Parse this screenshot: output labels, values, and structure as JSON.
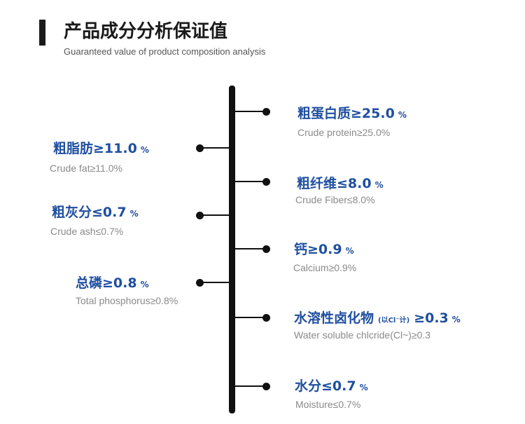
{
  "header": {
    "title": "产品成分分析保证值",
    "subtitle": "Guaranteed value of product composition analysis"
  },
  "items": [
    {
      "label": "粗蛋白质≥25.0",
      "unit": "%",
      "sub": "Crude protein≥25.0%"
    },
    {
      "label": "粗脂肪≥11.0",
      "unit": "%",
      "sub": "Crude fat≥11.0%"
    },
    {
      "label": "粗纤维≤8.0",
      "unit": "%",
      "sub": "Crude Fiber≤8.0%"
    },
    {
      "label": "粗灰分≤0.7",
      "unit": "%",
      "sub": "Crude ash≤0.7%"
    },
    {
      "label": "钙≥0.9",
      "unit": "%",
      "sub": "Calcium≥0.9%"
    },
    {
      "label": "总磷≥0.8",
      "unit": "%",
      "sub": "Total phosphorus≥0.8%"
    },
    {
      "label": "水溶性卤化物",
      "note": "(以Cl⁻计)",
      "value": "≥0.3",
      "unit": "%",
      "sub": "Water soluble chlcride(Cl~)≥0.3"
    },
    {
      "label": "水分≤0.7",
      "unit": "%",
      "sub": "Moisture≤0.7%"
    }
  ]
}
